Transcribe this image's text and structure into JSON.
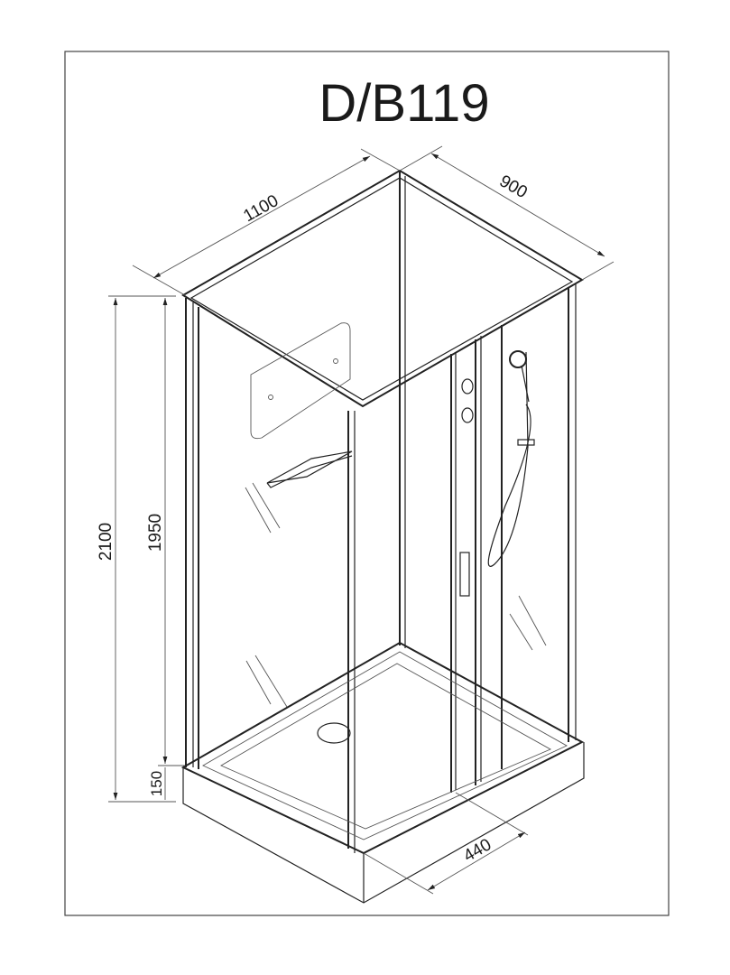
{
  "title": "D/B119",
  "dimensions": {
    "width_long": "1100",
    "width_short": "900",
    "total_height": "2100",
    "glass_height": "1950",
    "tray_height": "150",
    "door_width": "440"
  }
}
